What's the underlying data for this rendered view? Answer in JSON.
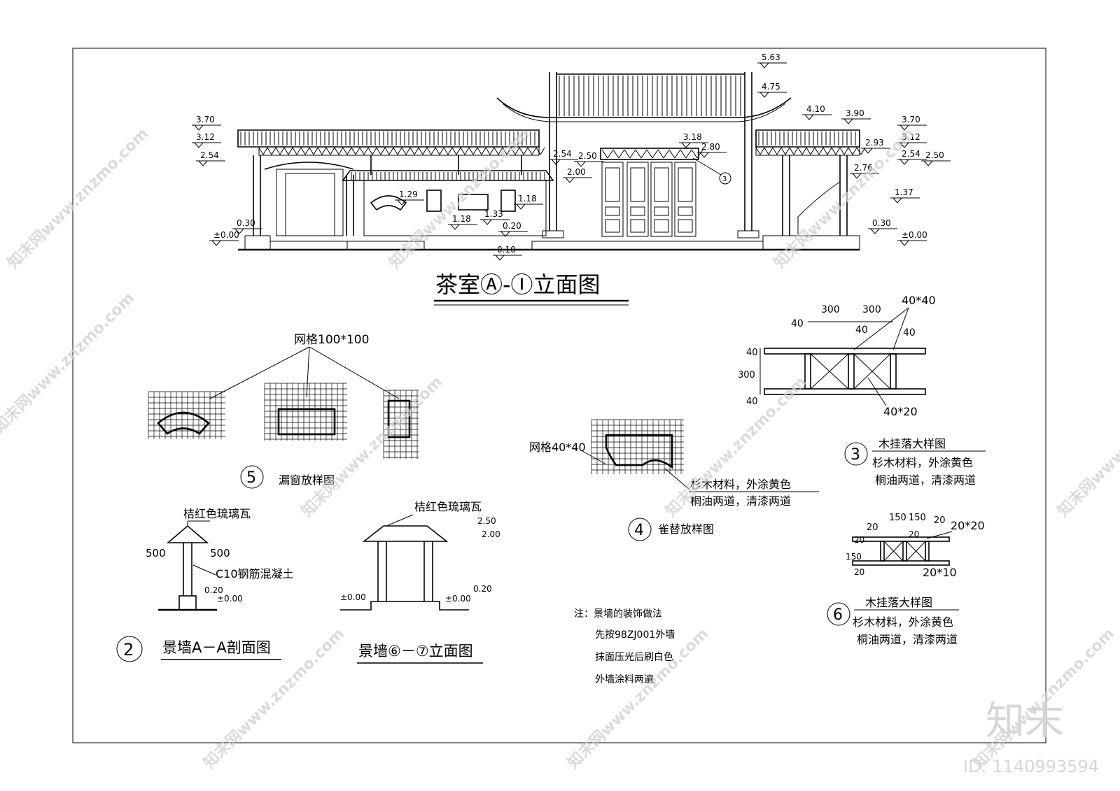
{
  "main_title": "茶室Ⓐ-Ⓘ立面图",
  "elevation_levels": {
    "top": "5.63",
    "upper": "4.75",
    "l410": "4.10",
    "l390": "3.90",
    "left_370": "3.70",
    "left_312": "3.12",
    "left_254": "2.54",
    "mid_254": "2.54",
    "mid_250": "2.50",
    "mid_200": "2.00",
    "l318": "3.18",
    "l280": "2.80",
    "r293": "2.93",
    "r276": "2.76",
    "r370": "3.70",
    "r312": "3.12",
    "r254": "2.54",
    "r250": "2.50",
    "r137": "1.37",
    "win_129": "1.29",
    "win_118a": "1.18",
    "win_133": "1.33",
    "win_118b": "1.18",
    "left_030": "0.30",
    "left_000": "±0.00",
    "c020": "0.20",
    "c010": "0.10",
    "right_030": "0.30",
    "right_000": "±0.00"
  },
  "callout_3_small": "3",
  "detail5": {
    "grid_label": "网格100*100",
    "number": "5",
    "title": "漏窗放样图"
  },
  "detail2": {
    "tile_label": "桔红色琉璃瓦",
    "dim_left": "500",
    "dim_right": "500",
    "concrete_label": "C10钢筋混凝土",
    "lvl_020": "0.20",
    "lvl_000": "±0.00",
    "number": "2",
    "title": "景墙A－A剖面图"
  },
  "wall_elev": {
    "tile_label": "桔红色琉璃瓦",
    "lvl_250": "2.50",
    "lvl_200": "2.00",
    "lvl_000_left": "±0.00",
    "lvl_000_right": "±0.00",
    "lvl_020": "0.20",
    "title": "景墙⑥－⑦立面图"
  },
  "detail4": {
    "grid_label": "网格40*40",
    "material_1": "杉木材料，外涂黄色",
    "material_2": "桐油两道，清漆两道",
    "number": "4",
    "title": "雀替放样图"
  },
  "detail3": {
    "dim_300a": "300",
    "dim_300b": "300",
    "dim_4040": "40*40",
    "dim_40a": "40",
    "dim_40b": "40",
    "dim_40c": "40",
    "dim_40v1": "40",
    "dim_300v": "300",
    "dim_40v2": "40",
    "dim_4020": "40*20",
    "number": "3",
    "title": "木挂落大样图",
    "material_1": "杉木材料，外涂黄色",
    "material_2": "桐油两道，清漆两道"
  },
  "detail6": {
    "dim_150a": "150",
    "dim_150b": "150",
    "dim_20a": "20",
    "dim_20b": "20",
    "dim_20c": "20",
    "dim_2020": "20*20",
    "dim_150v": "150",
    "dim_20v1": "20",
    "dim_20v2": "20",
    "dim_2010": "20*10",
    "number": "6",
    "title": "木挂落大样图",
    "material_1": "杉木材料，外涂黄色",
    "material_2": "桐油两道，清漆两道"
  },
  "notes": {
    "line1": "注：景墙的装饰做法",
    "line2": "先按98ZJ001外墙",
    "line3": "抹面压光后刷白色",
    "line4": "外墙涂料两遍"
  },
  "watermark": {
    "text": "知末网www.znzmo.com",
    "brand": "知末",
    "id": "ID: 1140993594"
  }
}
